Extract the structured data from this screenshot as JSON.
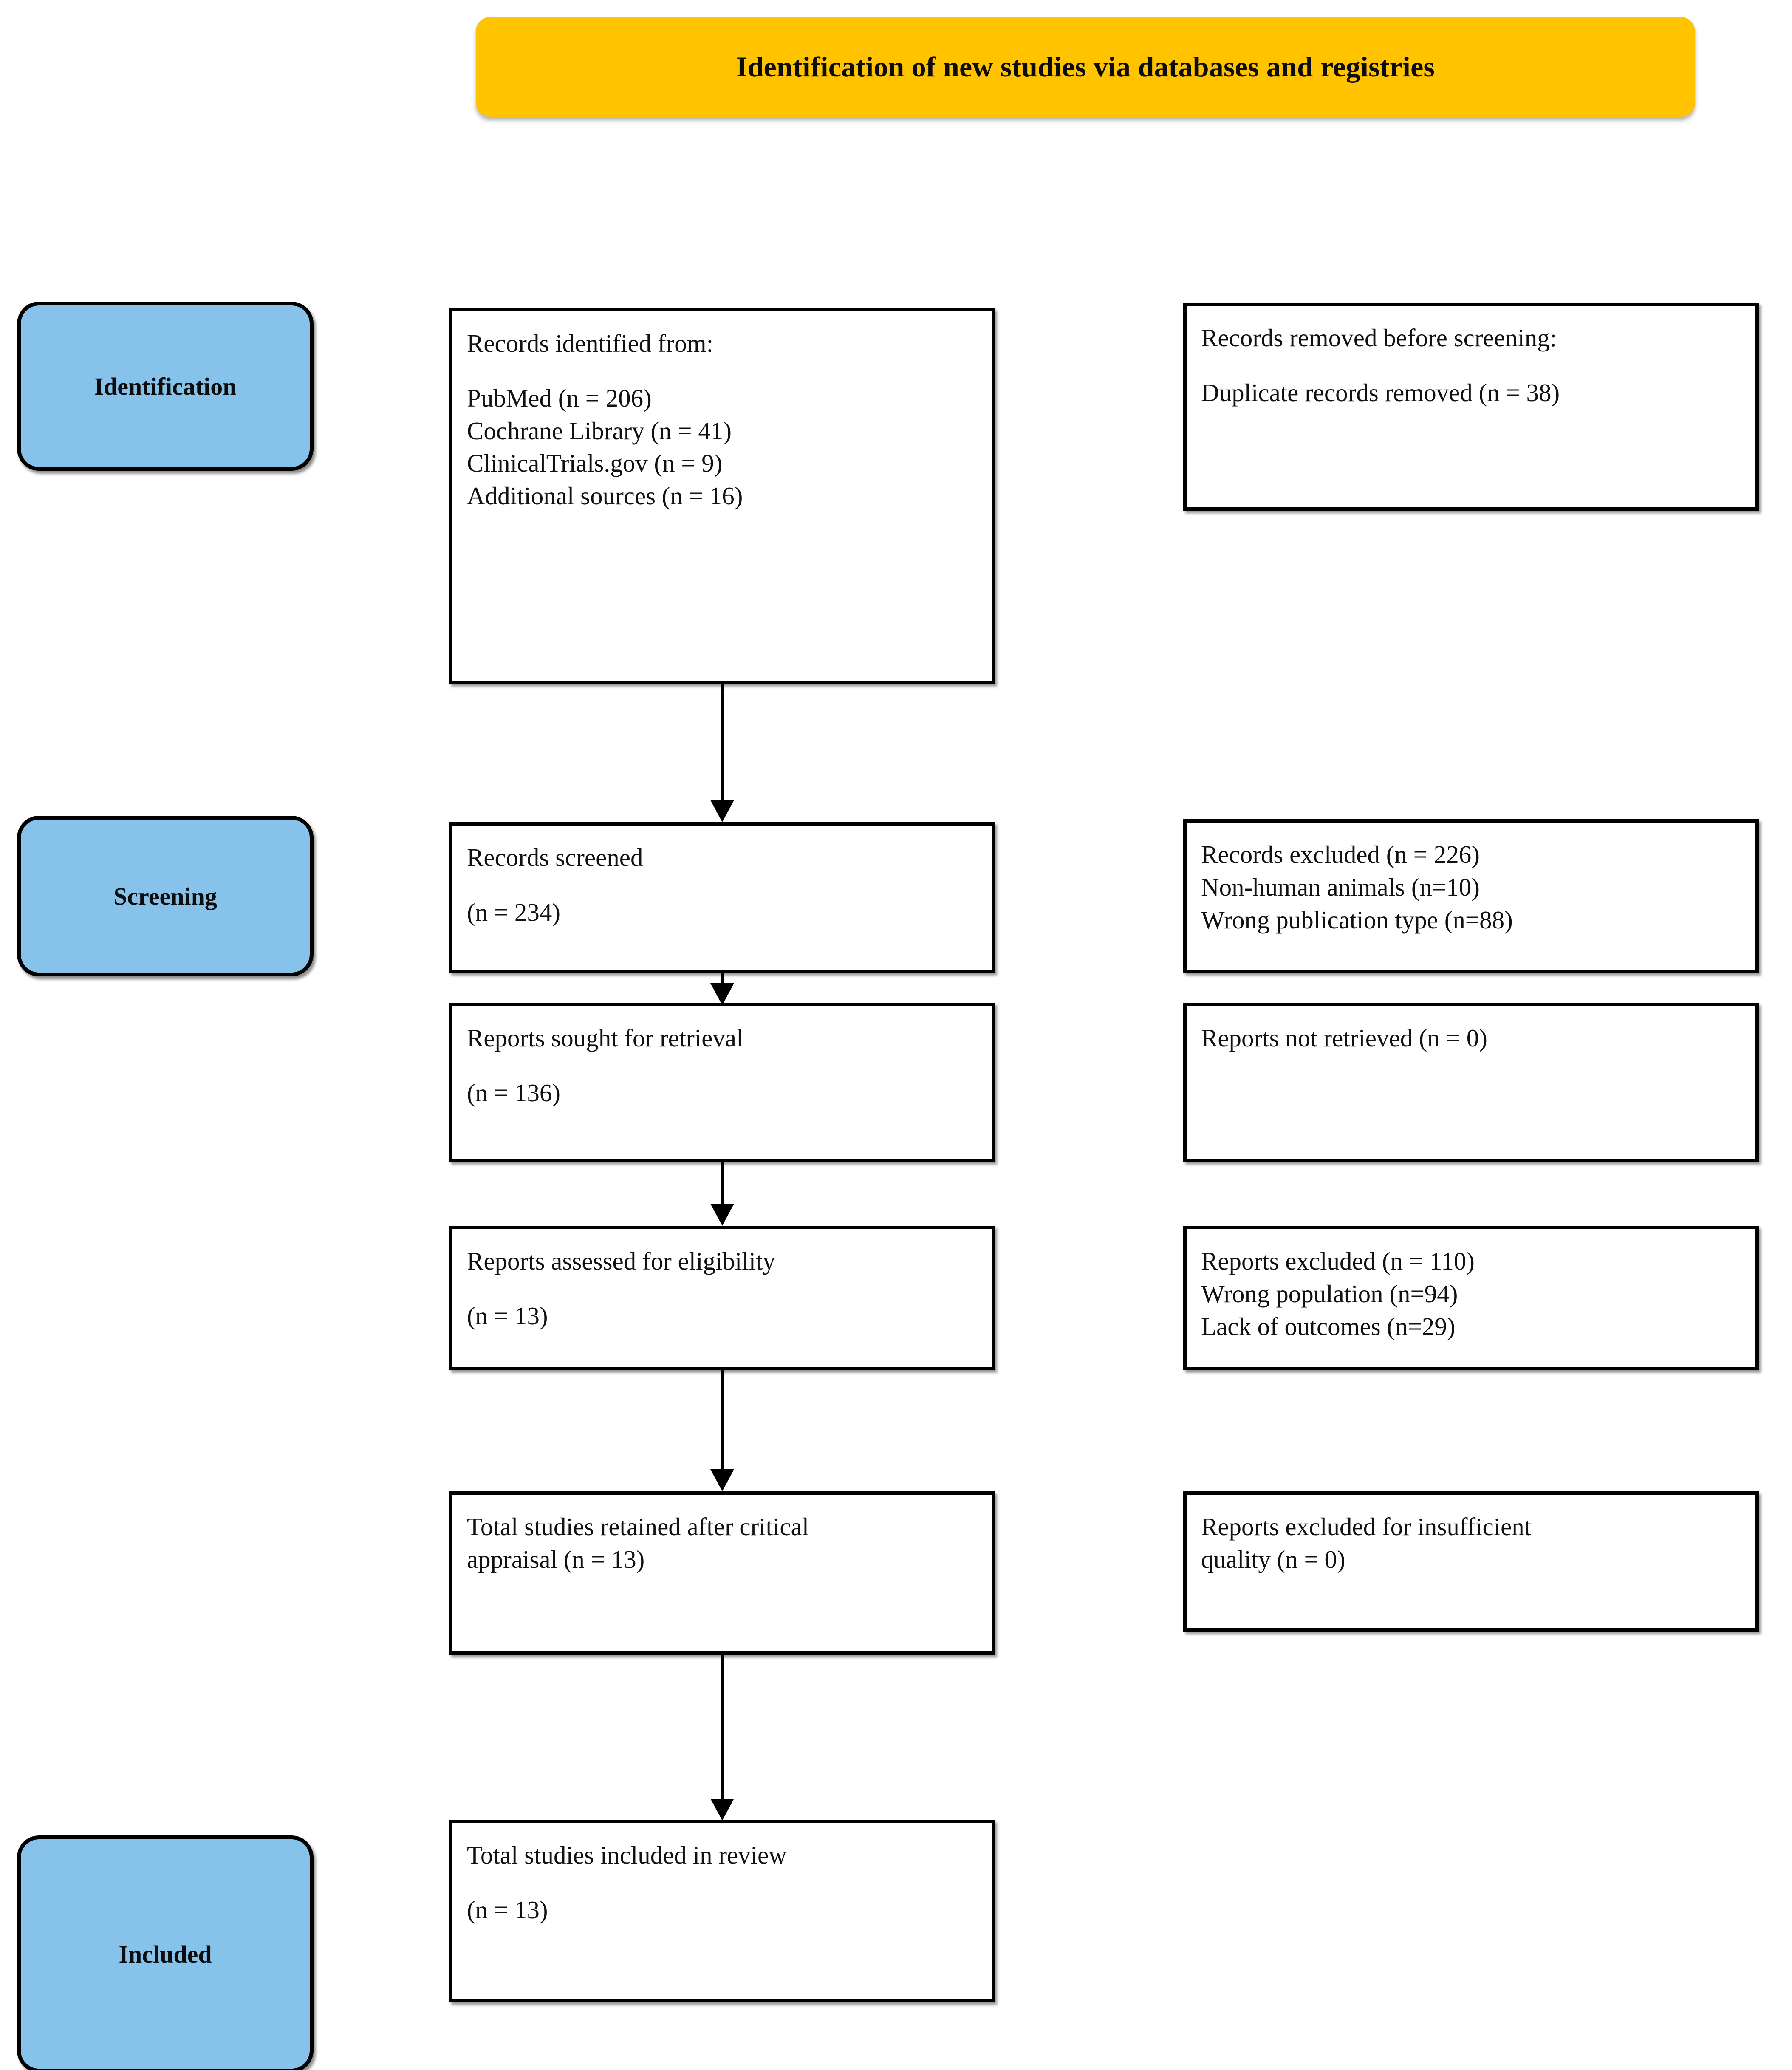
{
  "banner": {
    "title": "Identification of new studies via databases and registries"
  },
  "stages": [
    {
      "id": "identification",
      "label": "Identification"
    },
    {
      "id": "screening",
      "label": "Screening"
    },
    {
      "id": "included",
      "label": "Included"
    }
  ],
  "flow": {
    "identified": {
      "heading": "Records identified from:",
      "sources": [
        "PubMed (n = 206)",
        "Cochrane Library (n = 41)",
        "ClinicalTrials.gov (n = 9)",
        "Additional sources (n = 16)"
      ]
    },
    "removed_before_screening": {
      "heading": "Records removed before screening:",
      "items": [
        "Duplicate records removed (n = 38)"
      ]
    },
    "records_screened": {
      "label": "Records screened",
      "count": "(n = 234)"
    },
    "records_excluded": {
      "total": "Records excluded (n = 226)",
      "reasons": [
        "Non-human animals (n=10)",
        "Wrong publication type (n=88)"
      ]
    },
    "reports_sought": {
      "label": "Reports sought for retrieval",
      "count": "(n = 136)"
    },
    "reports_not_retrieved": {
      "label": "Reports not retrieved (n = 0)"
    },
    "reports_assessed": {
      "label": "Reports assessed for eligibility",
      "count": "(n = 13)"
    },
    "reports_excluded": {
      "total": "Reports excluded (n = 110)",
      "reasons": [
        "Wrong population (n=94)",
        "Lack of outcomes (n=29)"
      ]
    },
    "retained_after_appraisal": {
      "line1": "Total studies retained after critical",
      "line2": "appraisal (n = 13)"
    },
    "excluded_insufficient_quality": {
      "line1": "Reports excluded for insufficient",
      "line2": "quality (n = 0)"
    },
    "included_in_review": {
      "label": "Total studies included in review",
      "count": "(n = 13)"
    }
  },
  "colors": {
    "banner_fill": "#FFC300",
    "stage_fill": "#86C2EA",
    "box_border": "#000000",
    "text": "#111111"
  }
}
